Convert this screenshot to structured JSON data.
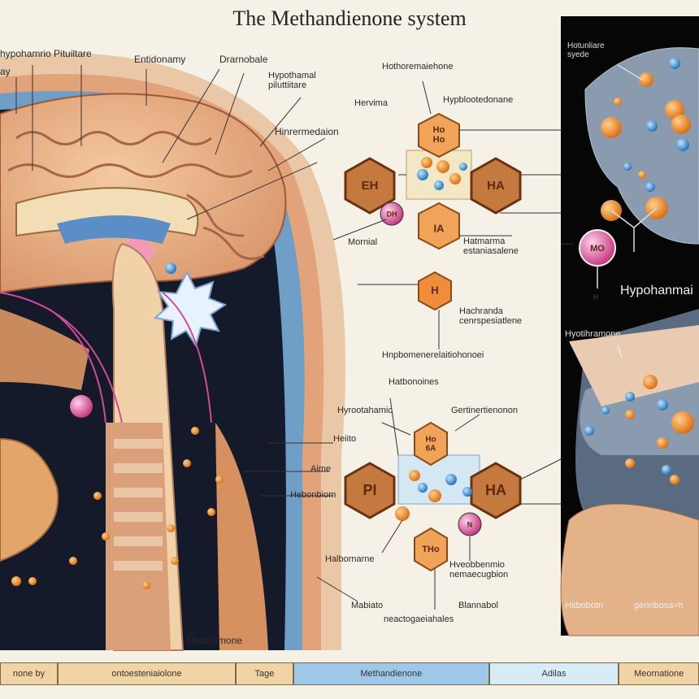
{
  "title": "The Methandienone system",
  "brain_labels": {
    "l1": "hypohamrio Pituiltare",
    "l2": "ay",
    "l3": "Entidonamy",
    "l4": "Drarnobale",
    "l5": "Hypothamal\npiluttiitare",
    "l6": "Hervima",
    "l7": "Hinrermedaion",
    "l8": "Heiito",
    "l9": "Aime",
    "l10": "Hebonbiom",
    "l11": "Hetshamone"
  },
  "center_labels": {
    "c1": "Hothoremaiehone",
    "c2": "Hypblootedonane",
    "c3": "Mornial",
    "c4": "Hatmarma\nestaniasalene",
    "c5": "Hachranda\ncenrspesiatlene",
    "c6": "Hnpbomenerelaitiohonoei",
    "c7": "Hatbonoines",
    "c8": "Hyrootahamic",
    "c9": "Gertinertienonon",
    "c10": "Halbornarne",
    "c11": "Hveobbenmio\nnemaecugbion",
    "c12": "Mabiato",
    "c13": "Blannabol",
    "c14": "neactogaeiahales"
  },
  "hex_top": {
    "h1": "EH",
    "h2": "Ho\nHo",
    "h3": "HA",
    "h4": "IA",
    "h5": "H",
    "mol": "DH"
  },
  "hex_bottom": {
    "h1": "PI",
    "h2": "Ho\n6A",
    "h3": "HA",
    "h4": "THo",
    "mol": "N"
  },
  "right_labels": {
    "r1": "Hotunliare\nsyede",
    "r2": "Hypohanmai",
    "r3": "Hyotihramone",
    "r4": "Hitbobotn",
    "r5": "gennbosa=h",
    "node_mo": "MO",
    "node_h": "H"
  },
  "bottom_bar": [
    "none by",
    "ontoesteniaiolone",
    "Tage",
    "Methandienone",
    "Adilas",
    "Meornatione"
  ],
  "colors": {
    "hex_fill": "#c4793f",
    "hex_light": "#f2a35a",
    "accent": "#d94c8a",
    "bar_highlight": "#9fc8e8"
  }
}
